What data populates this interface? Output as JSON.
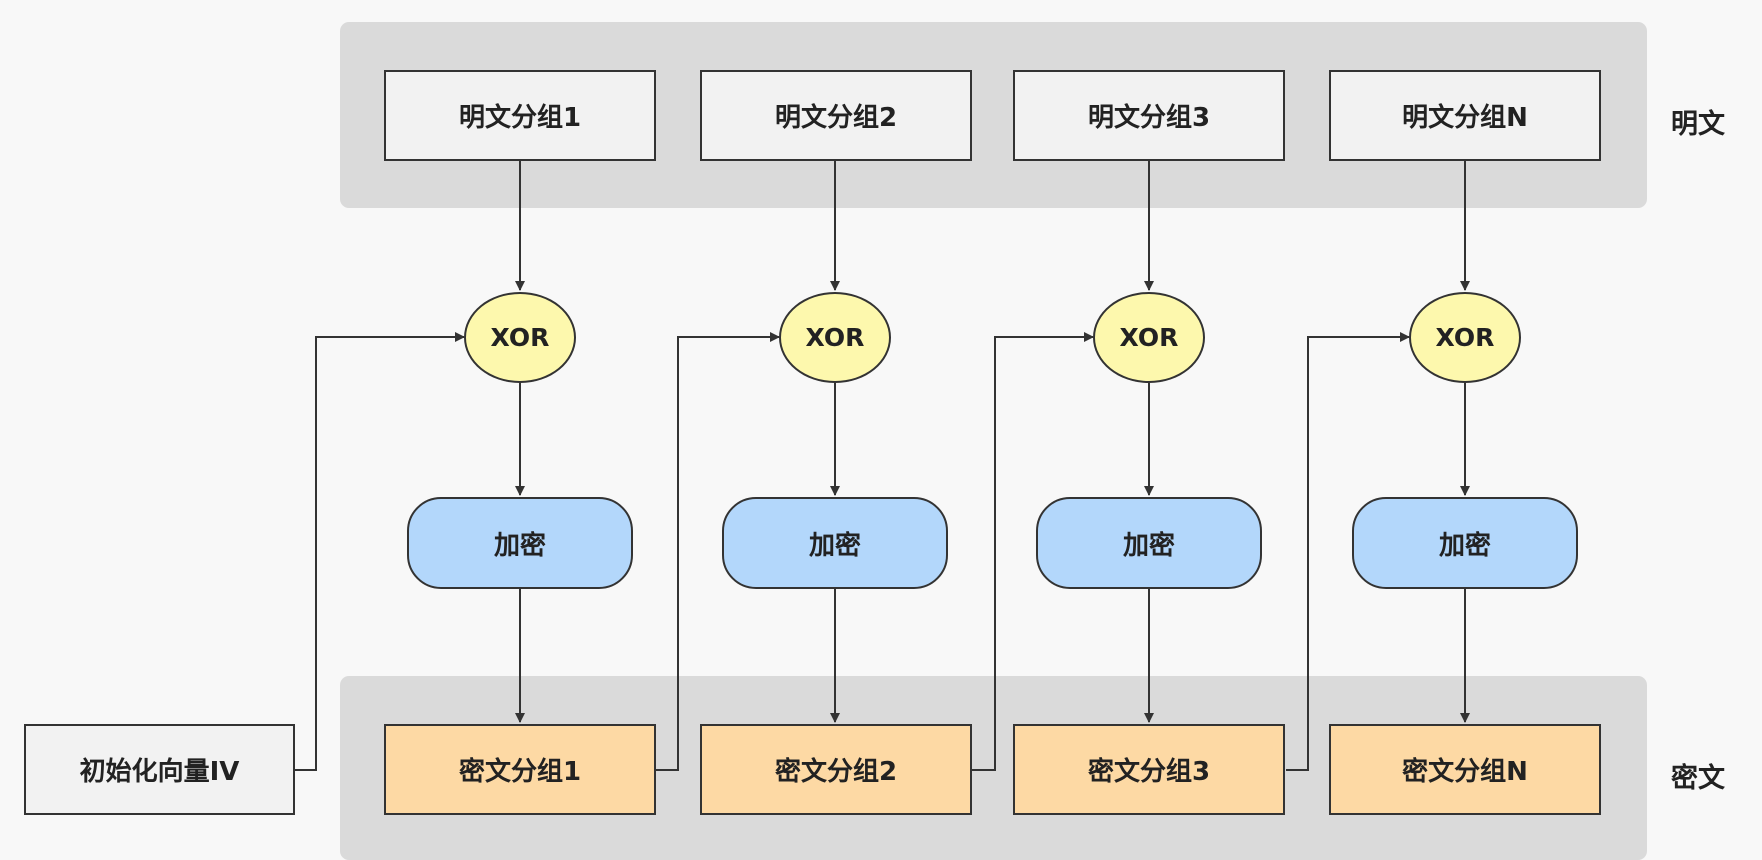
{
  "plaintext_row": {
    "label": "明文",
    "blocks": [
      "明文分组1",
      "明文分组2",
      "明文分组3",
      "明文分组N"
    ]
  },
  "xor_nodes": [
    "XOR",
    "XOR",
    "XOR",
    "XOR"
  ],
  "encrypt_nodes": [
    "加密",
    "加密",
    "加密",
    "加密"
  ],
  "ciphertext_row": {
    "label": "密文",
    "blocks": [
      "密文分组1",
      "密文分组2",
      "密文分组3",
      "密文分组N"
    ]
  },
  "iv": {
    "label": "初始化向量IV"
  },
  "colors": {
    "band": "#dadada",
    "plain_block": "#f2f2f2",
    "cipher_block": "#fdd9a4",
    "xor_node": "#fdf8ad",
    "encrypt_node": "#b3d7fb",
    "line": "#333333"
  }
}
